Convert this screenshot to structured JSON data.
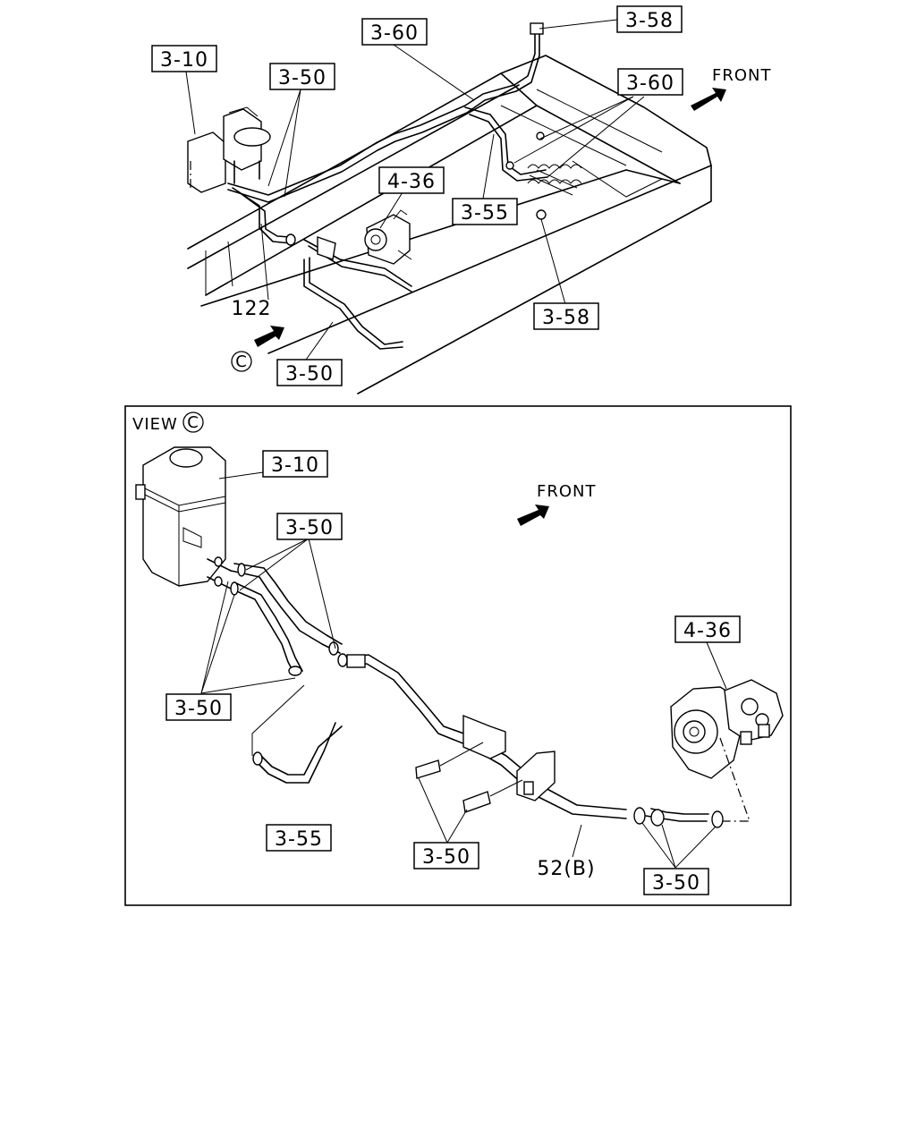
{
  "top_view": {
    "front_label": "FRONT",
    "view_marker": "C",
    "callouts": {
      "c1": "3-10",
      "c2": "3-50",
      "c3": "3-60",
      "c4": "3-58",
      "c5": "3-60",
      "c6": "4-36",
      "c7": "3-55",
      "c8": "122",
      "c9": "3-58",
      "c10": "3-50"
    }
  },
  "detail_view": {
    "title": "VIEW",
    "marker": "C",
    "front_label": "FRONT",
    "callouts": {
      "c1": "3-10",
      "c2": "3-50",
      "c3": "3-50",
      "c4": "4-36",
      "c5": "3-55",
      "c6": "3-50",
      "c7": "52(B)",
      "c8": "3-50"
    }
  }
}
